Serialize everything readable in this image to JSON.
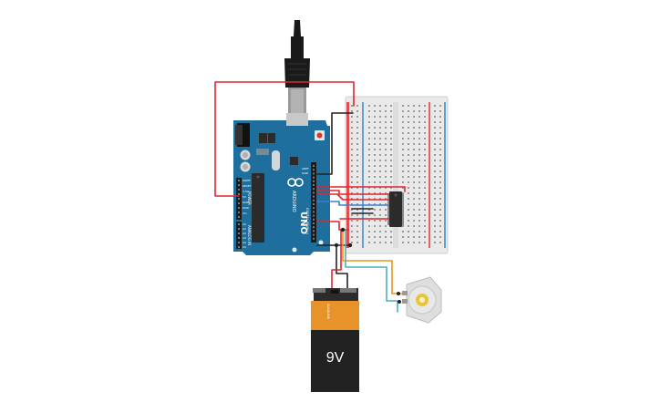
{
  "board": {
    "brand": "ARDUINO",
    "model": "UNO",
    "power_header": "POWER",
    "analog_header": "ANALOG IN",
    "digital_header": "DIGITAL (PWM~)",
    "pin_aref": "AREF",
    "pin_gnd": "GND",
    "pins_power": [
      "IOREF",
      "RESET",
      "3.3V",
      "5V",
      "GND",
      "GND",
      "Vin"
    ],
    "pins_analog": [
      "A0",
      "A1",
      "A2",
      "A3",
      "A4",
      "A5"
    ]
  },
  "battery": {
    "label": "9V"
  },
  "colors": {
    "board_blue": "#1f6f9e",
    "battery_orange": "#e8922a",
    "battery_body": "#222222",
    "wire_red": "#e0262c",
    "wire_black": "#222222",
    "wire_orange": "#e6961e",
    "wire_teal": "#4aaec2",
    "wire_blue": "#3a7fd0",
    "breadboard": "#e9e9e9",
    "ic_chip": "#2b2b2b"
  },
  "icons": [
    "usb-plug-icon",
    "reset-button-icon",
    "motor-icon",
    "battery-icon"
  ]
}
